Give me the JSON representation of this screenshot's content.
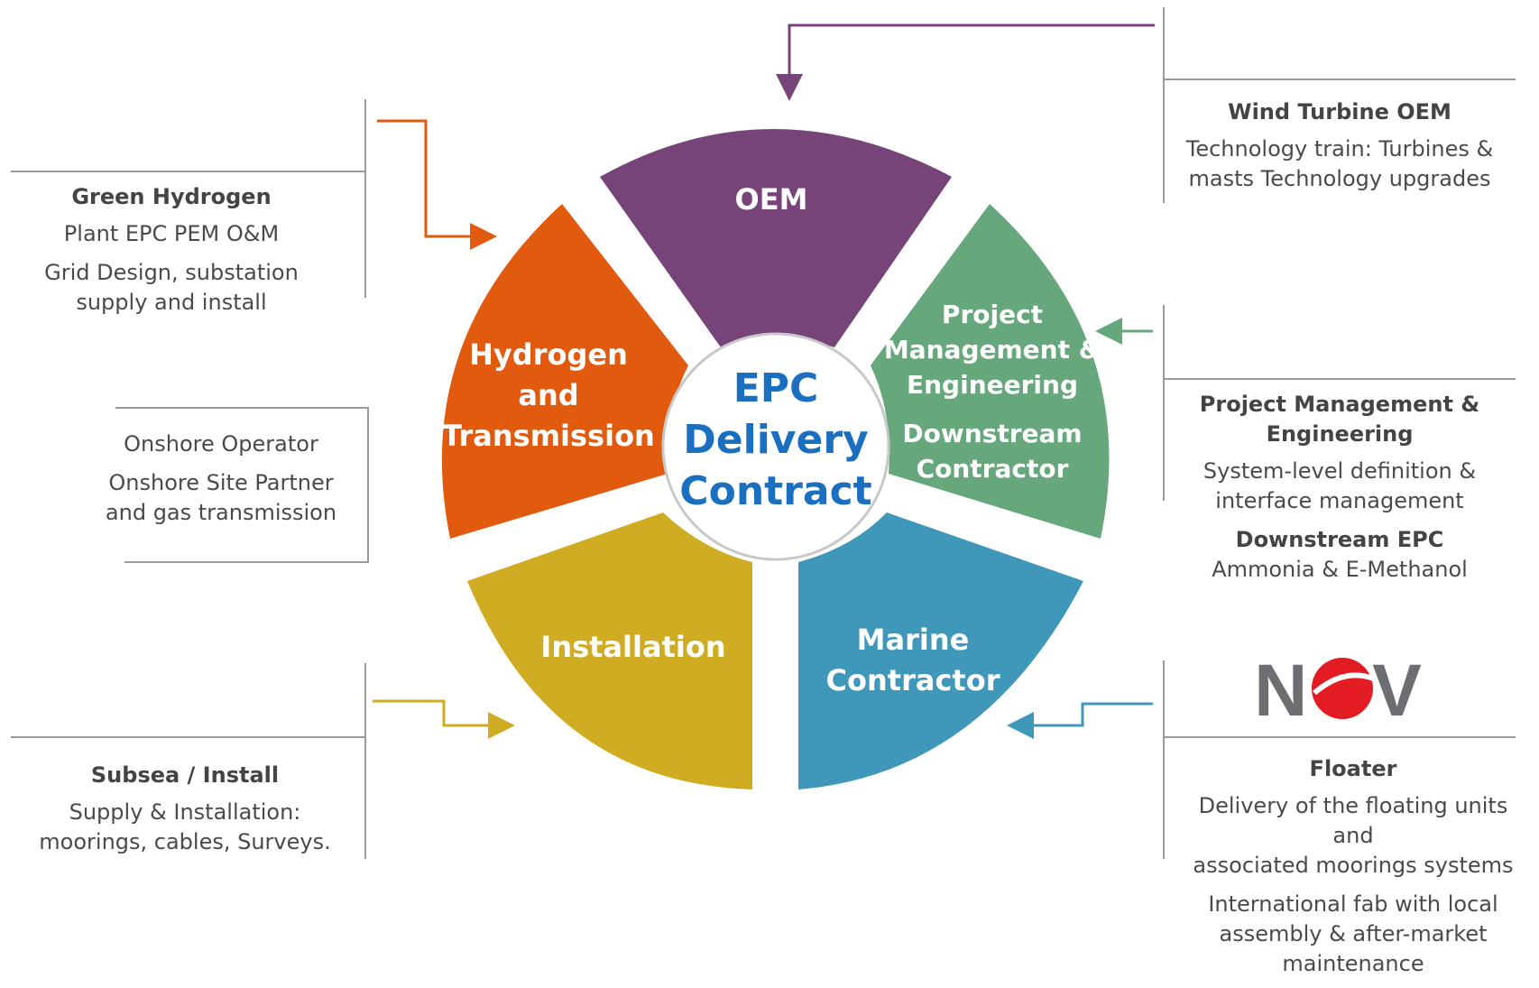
{
  "center": {
    "line1": "EPC",
    "line2": "Delivery",
    "line3": "Contract"
  },
  "segments": {
    "oem": {
      "label": "OEM",
      "color": "#77447a"
    },
    "pme": {
      "line1": "Project",
      "line2": "Management &",
      "line3": "Engineering",
      "line4": "Downstream",
      "line5": "Contractor",
      "color": "#66a87c"
    },
    "marine": {
      "line1": "Marine",
      "line2": "Contractor",
      "color": "#3f97b9"
    },
    "installation": {
      "label": "Installation",
      "color": "#d0ac22"
    },
    "hydrogen": {
      "line1": "Hydrogen",
      "line2": "and",
      "line3": "Transmission",
      "color": "#e15a0d"
    }
  },
  "panels": {
    "green_hydrogen": {
      "title": "Green Hydrogen",
      "line1": "Plant EPC PEM O&M",
      "line2": "Grid Design, substation\nsupply and install"
    },
    "onshore": {
      "line1": "Onshore Operator",
      "line2": "Onshore Site Partner\nand gas transmission"
    },
    "subsea": {
      "title": "Subsea / Install",
      "line1": "Supply & Installation:\nmoorings, cables, Surveys."
    },
    "wind": {
      "title": "Wind Turbine OEM",
      "line1": "Technology train: Turbines &\nmasts Technology upgrades"
    },
    "pm": {
      "title": "Project Management &\nEngineering",
      "line1": "System-level definition &\ninterface management",
      "title2": "Downstream EPC",
      "line2": "Ammonia & E-Methanol"
    },
    "floater": {
      "logo_text": "NOV",
      "title": "Floater",
      "line1": "Delivery of the floating units and\nassociated moorings systems",
      "line2": "International fab with local\nassembly & after-market\nmaintenance"
    }
  },
  "colors": {
    "divider": "#9a9a9a",
    "center_text": "#1a6fc0",
    "logo_grey": "#6d6e71",
    "logo_red": "#e31b23"
  }
}
